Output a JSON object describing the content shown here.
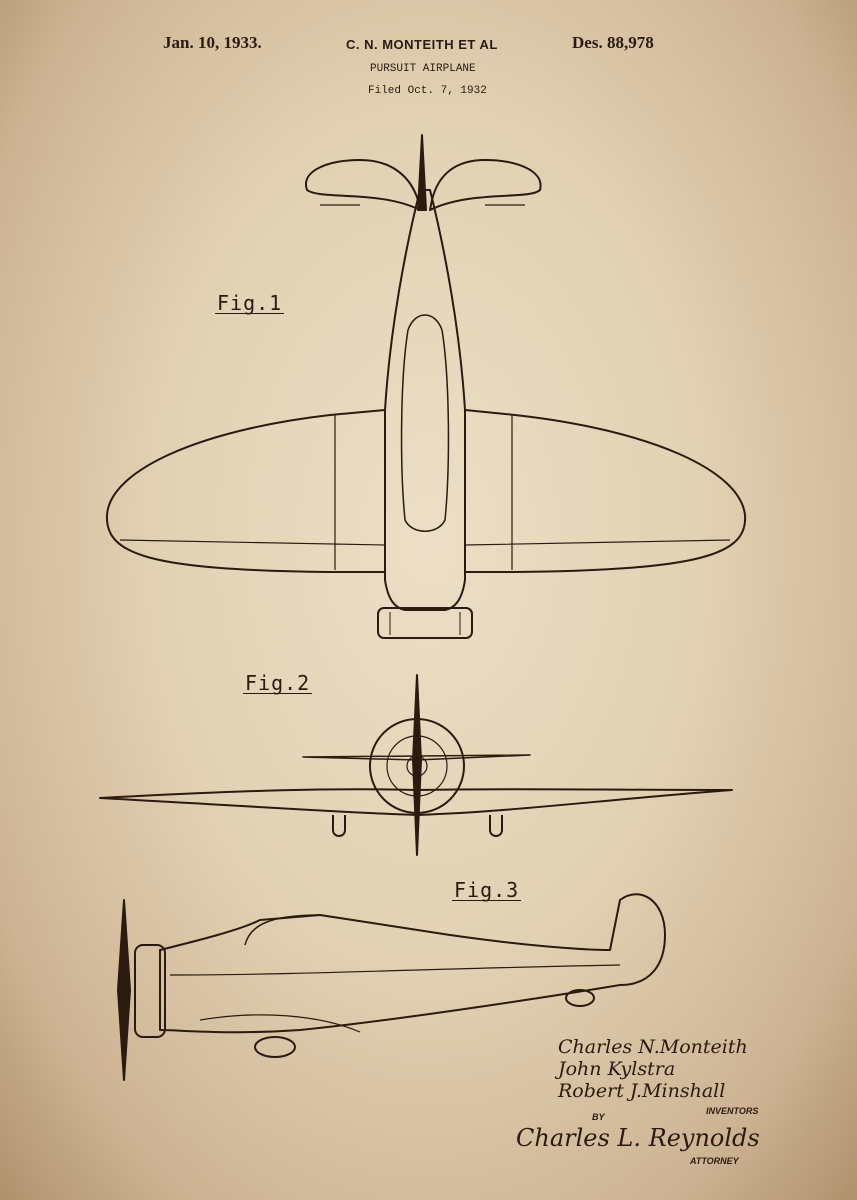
{
  "header": {
    "date": "Jan. 10, 1933.",
    "inventor_short": "C. N. MONTEITH ET AL",
    "design_number": "Des. 88,978",
    "title": "PURSUIT AIRPLANE",
    "filed": "Filed Oct. 7, 1932"
  },
  "figures": [
    {
      "label": "Fig.1",
      "view": "top"
    },
    {
      "label": "Fig.2",
      "view": "front"
    },
    {
      "label": "Fig.3",
      "view": "side"
    }
  ],
  "inventors": {
    "names": [
      "Charles N.Monteith",
      "John Kylstra",
      "Robert J.Minshall"
    ],
    "label": "INVENTORS"
  },
  "attorney": {
    "by": "BY",
    "signature": "Charles L. Reynolds",
    "label": "ATTORNEY"
  },
  "colors": {
    "paper": "#e2d1b3",
    "ink": "#2a1a10"
  }
}
